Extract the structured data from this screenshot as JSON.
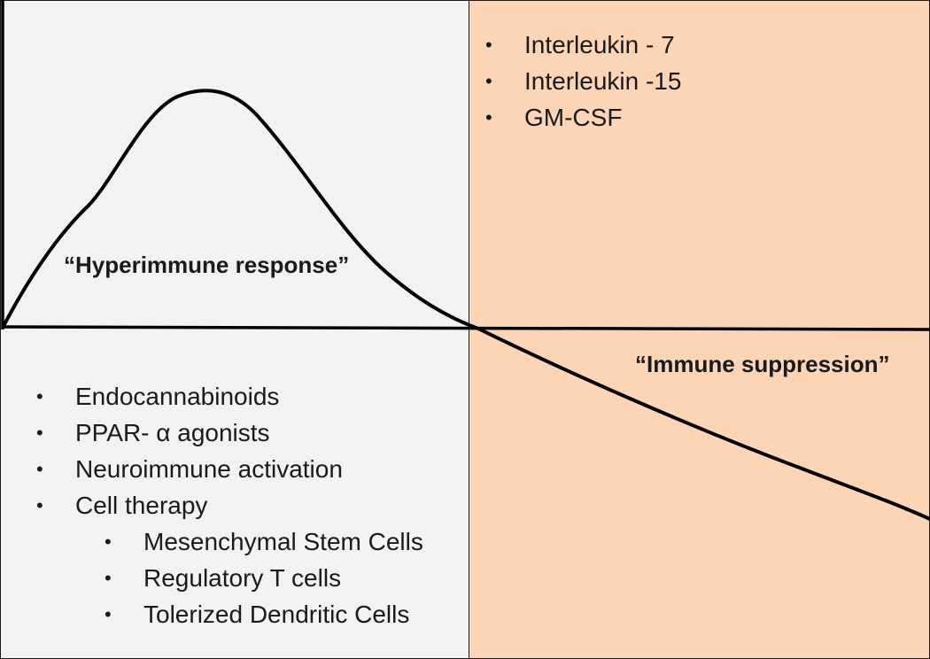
{
  "labels": {
    "hyperimmune": "“Hyperimmune response”",
    "suppression": "“Immune suppression”"
  },
  "left_list": {
    "items": [
      {
        "text": "Endocannabinoids",
        "level": 1
      },
      {
        "text": "PPAR- α agonists",
        "level": 1
      },
      {
        "text": "Neuroimmune activation",
        "level": 1
      },
      {
        "text": "Cell therapy",
        "level": 1
      },
      {
        "text": "Mesenchymal Stem Cells",
        "level": 2
      },
      {
        "text": "Regulatory T cells",
        "level": 2
      },
      {
        "text": "Tolerized Dendritic Cells",
        "level": 2
      }
    ]
  },
  "right_list": {
    "items": [
      {
        "text": "Interleukin - 7",
        "level": 1
      },
      {
        "text": "Interleukin -15",
        "level": 1
      },
      {
        "text": "GM-CSF",
        "level": 1
      }
    ]
  },
  "bullet_symbol": "•",
  "colors": {
    "left_panel": "#f2f2f2",
    "right_panel": "#fcd5b6",
    "line": "#000000"
  }
}
